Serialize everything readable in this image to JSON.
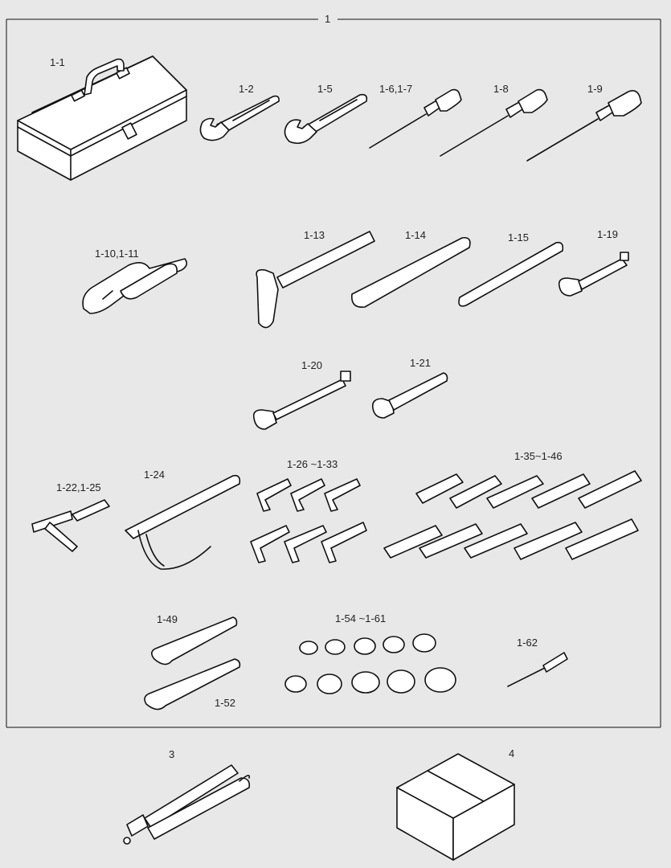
{
  "frame_label": "1",
  "labels": {
    "toolbox": "1-1",
    "wrench_small": "1-2",
    "wrench_large": "1-5",
    "screwdriver_a": "1-6,1-7",
    "screwdriver_b": "1-8",
    "screwdriver_c": "1-9",
    "pliers": "1-10,1-11",
    "hammer": "1-13",
    "bar_flat": "1-14",
    "bar_round": "1-15",
    "extension": "1-19",
    "long_extension": "1-20",
    "ratchet": "1-21",
    "t_handle": "1-22,1-25",
    "chain_wrench": "1-24",
    "hex_keys": "1-26 ~1-33",
    "open_wrenches": "1-35~1-46",
    "hook_wrench_a": "1-49",
    "hook_wrench_b": "1-52",
    "sockets": "1-54 ~1-61",
    "pin_tool": "1-62",
    "grease_gun": "3",
    "carton": "4"
  }
}
